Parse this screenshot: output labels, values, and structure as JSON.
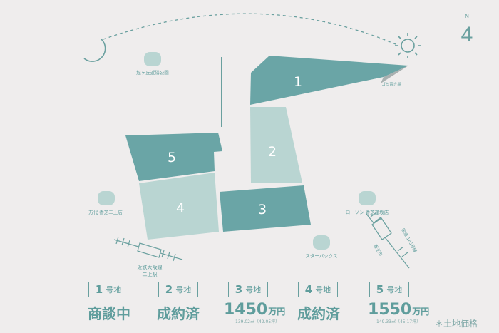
{
  "compass": {
    "label": "N",
    "glyph": "4"
  },
  "landmarks": {
    "park": "旭ヶ丘近隣公園",
    "garbage": "ゴミ置き場",
    "manyo": "万代 香芝二上店",
    "lawson": "ローソン 香芝逢坂店",
    "starbucks": "スターバックス",
    "station": "近鉄大阪線\n二上駅",
    "route": "国道\n165号線",
    "route_side": "香芝市"
  },
  "lots": [
    {
      "num": "1",
      "kanji": "号地",
      "status": "商談中",
      "price": "",
      "unit": "",
      "area": ""
    },
    {
      "num": "2",
      "kanji": "号地",
      "status": "成約済",
      "price": "",
      "unit": "",
      "area": ""
    },
    {
      "num": "3",
      "kanji": "号地",
      "status": "",
      "price": "1450",
      "unit": "万円",
      "area": "139.02㎡（42.05坪）"
    },
    {
      "num": "4",
      "kanji": "号地",
      "status": "成約済",
      "price": "",
      "unit": "",
      "area": ""
    },
    {
      "num": "5",
      "kanji": "号地",
      "status": "",
      "price": "1550",
      "unit": "万円",
      "area": "149.33㎡（45.17坪）"
    }
  ],
  "map_labels": {
    "l1": "1",
    "l2": "2",
    "l3": "3",
    "l4": "4",
    "l5": "5"
  },
  "note": "＊土地価格",
  "colors": {
    "dark": "#6aa5a6",
    "light": "#b9d5d2",
    "gray": "#a9b0b0",
    "text": "#5f9d9c"
  }
}
